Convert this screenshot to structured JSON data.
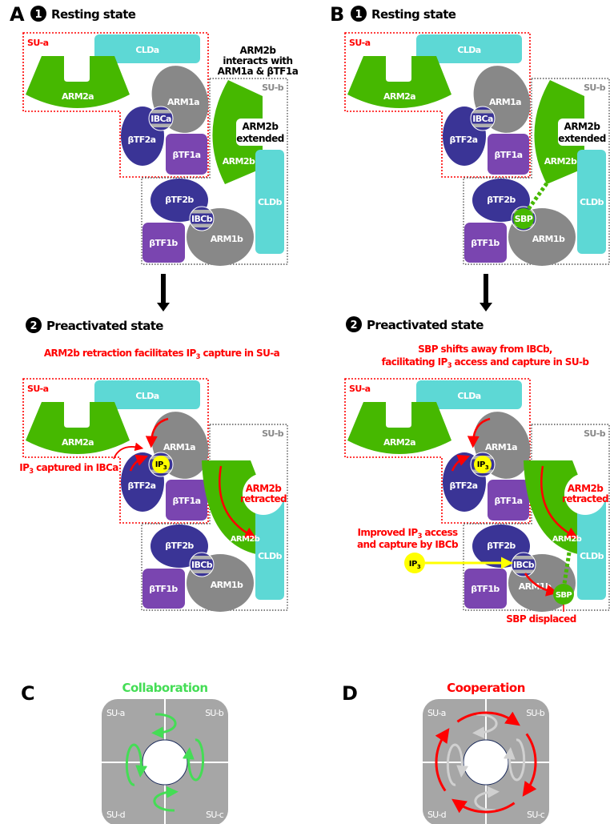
{
  "panels": {
    "A": {
      "letter": "A",
      "step1": {
        "num": "1",
        "label": "Resting state"
      },
      "step2": {
        "num": "2",
        "label": "Preactivated state"
      },
      "resting_note": [
        "ARM2b",
        "interacts with",
        "ARM1a & βTF1a"
      ],
      "title2": [
        "ARM2b retraction facilitates IP",
        "3",
        " capture in SU-a"
      ],
      "ip3_captured": [
        "IP",
        "3",
        " captured in IBCa"
      ]
    },
    "B": {
      "letter": "B",
      "step1": {
        "num": "1",
        "label": "Resting state"
      },
      "step2": {
        "num": "2",
        "label": "Preactivated state"
      },
      "title2_line1": "SBP shifts away from IBCb,",
      "title2_line2": [
        "facilitating IP",
        "3",
        " access and capture in SU-b"
      ],
      "improved_line1": [
        "Improved IP",
        "3",
        " access"
      ],
      "improved_line2": "and capture by IBCb",
      "sbp_displaced": "SBP displaced"
    },
    "C": {
      "letter": "C",
      "title": "Collaboration",
      "quadrants": {
        "a": "SU-a",
        "b": "SU-b",
        "c": "SU-c",
        "d": "SU-d"
      }
    },
    "D": {
      "letter": "D",
      "title": "Cooperation",
      "quadrants": {
        "a": "SU-a",
        "b": "SU-b",
        "c": "SU-c",
        "d": "SU-d"
      }
    }
  },
  "labels": {
    "su_a": "SU-a",
    "su_b": "SU-b",
    "clda": "CLDa",
    "arm2a": "ARM2a",
    "arm1a": "ARM1a",
    "ibca": "IBCa",
    "btf2a": "βTF2a",
    "btf1a": "βTF1a",
    "arm2b": "ARM2b",
    "cldb": "CLDb",
    "btf2b": "βTF2b",
    "ibcb": "IBCb",
    "arm1b": "ARM1b",
    "btf1b": "βTF1b",
    "extended": [
      "ARM2b",
      "extended"
    ],
    "retracted": [
      "ARM2b",
      "retracted"
    ],
    "ip3": [
      "IP",
      "3"
    ],
    "sbp": "SBP"
  },
  "colors": {
    "arm2": "#46b800",
    "cld": "#5dd8d5",
    "arm1": "#888888",
    "btf2": "#3a3496",
    "btf1": "#7a45b0",
    "su_a_border": "#ff0000",
    "su_b_border": "#555555",
    "ip3": "#ffff00",
    "arrow_red": "#ff0000",
    "collaboration": "#44dd55",
    "cooperation": "#ff0000",
    "square": "#a6a6a6"
  },
  "icons": {
    "step_badge": "numbered-circle",
    "transition": "down-arrow"
  }
}
